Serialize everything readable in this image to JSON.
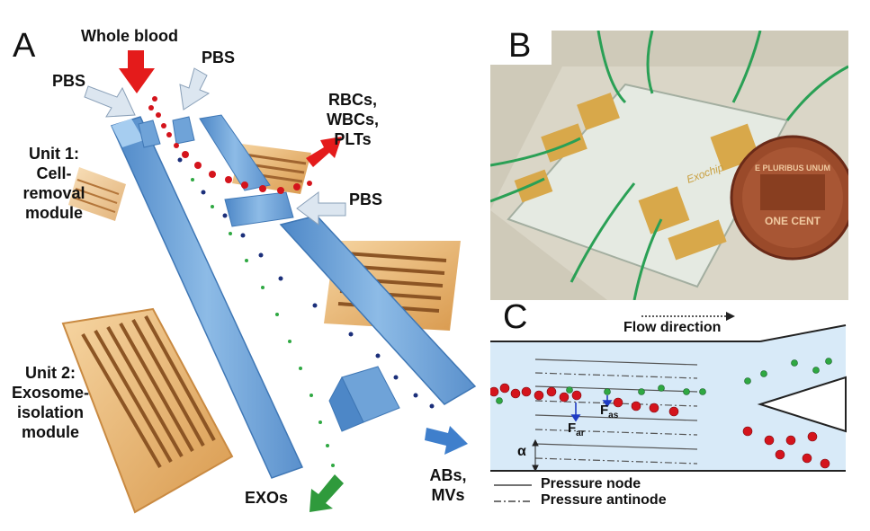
{
  "panel_a": {
    "letter": "A",
    "whole_blood": "Whole blood",
    "pbs_left": "PBS",
    "pbs_top": "PBS",
    "pbs_mid": "PBS",
    "cells_line1": "RBCs,",
    "cells_line2": "WBCs,",
    "cells_line3": "PLTs",
    "unit1_line1": "Unit 1:",
    "unit1_line2": "Cell-",
    "unit1_line3": "removal",
    "unit1_line4": "module",
    "unit2_line1": "Unit 2:",
    "unit2_line2": "Exosome-",
    "unit2_line3": "isolation",
    "unit2_line4": "module",
    "exos": "EXOs",
    "abs_line1": "ABs,",
    "abs_line2": "MVs"
  },
  "panel_b": {
    "letter": "B",
    "chip_label": "Exochip",
    "coin_text1": "E PLURIBUS UNUM",
    "coin_text2": "ONE CENT"
  },
  "panel_c": {
    "letter": "C",
    "flow_direction": "Flow direction",
    "f_ar": "F",
    "f_ar_sub": "ar",
    "f_as": "F",
    "f_as_sub": "as",
    "alpha": "α",
    "legend_node": "Pressure node",
    "legend_antinode": "Pressure antinode"
  },
  "colors": {
    "channel_blue": "#6fa3d8",
    "electrode_gold": "#e3a65a",
    "rbc_red": "#d4141c",
    "exo_green": "#2fa842",
    "ab_navy": "#1b2f7a",
    "arrow_red": "#e41b1b",
    "arrow_green": "#2f9a3c",
    "arrow_blue": "#3f7fcc"
  }
}
